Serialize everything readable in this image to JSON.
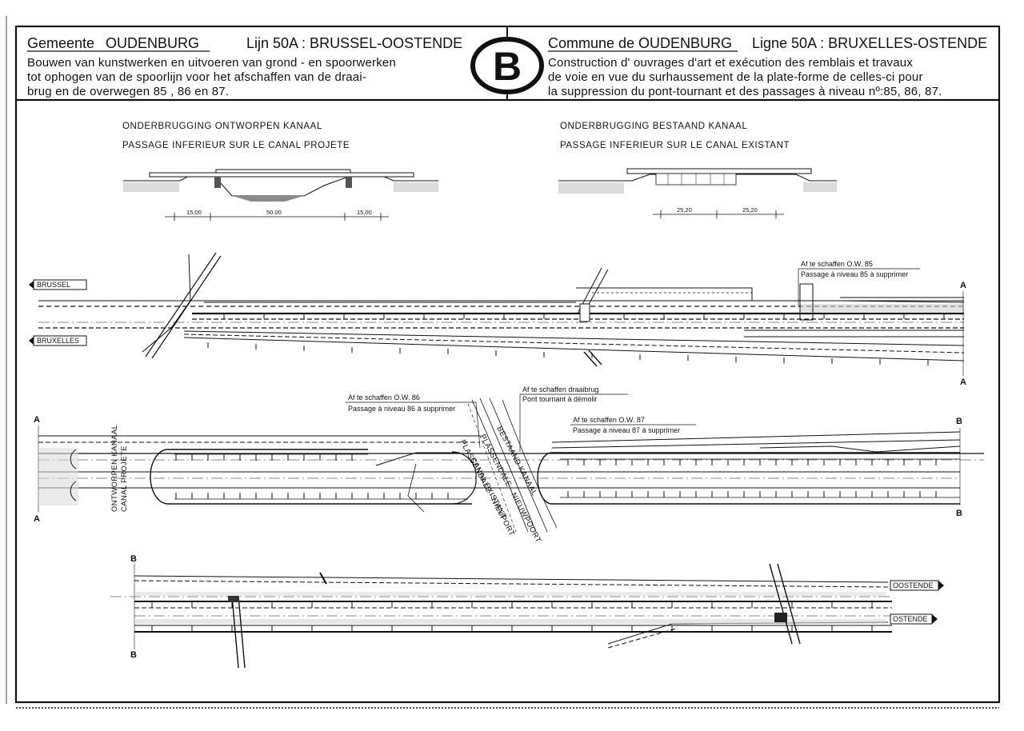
{
  "header": {
    "left": {
      "municipality_label": "Gemeente",
      "municipality_name": "OUDENBURG",
      "line": "Lijn 50A : BRUSSEL-OOSTENDE",
      "description_lines": [
        "Bouwen van kunstwerken en uitvoeren van grond - en spoorwerken",
        "tot ophogen van de spoorlijn voor het afschaffen van de draai-",
        "brug en de overwegen 85 , 86 en 87."
      ]
    },
    "logo_letter": "B",
    "right": {
      "municipality": "Commune de OUDENBURG",
      "line": "Ligne 50A : BRUXELLES-OSTENDE",
      "description_lines": [
        "Construction d' ouvrages d'art et exécution des remblais et travaux",
        "de voie en vue du surhaussement de la plate-forme de celles-ci pour",
        "la suppression du pont-tournant et des passages à niveau  nº:85, 86, 87."
      ]
    }
  },
  "sections": {
    "left": {
      "title_nl": "ONDERBRUGGING  ONTWORPEN  KANAAL",
      "title_fr": "PASSAGE  INFERIEUR  SUR  LE  CANAL  PROJETE",
      "dimensions": [
        "15,00",
        "50.00",
        "15,00"
      ]
    },
    "right": {
      "title_nl": "ONDERBRUGGING  BESTAAND  KANAAL",
      "title_fr": "PASSAGE  INFERIEUR  SUR  LE  CANAL  EXISTANT",
      "dimensions": [
        "25,20",
        "25,20"
      ]
    }
  },
  "plan": {
    "destinations": {
      "brussel": "BRUSSEL",
      "bruxelles": "BRUXELLES",
      "oostende": "OOSTENDE",
      "ostende": "OSTENDE"
    },
    "match_marks": {
      "a": "A",
      "b": "B"
    },
    "notes": {
      "ow85_nl": "Af te schaffen O.W. 85",
      "ow85_fr": "Passage à niveau 85 à supprimer",
      "ow86_nl": "Af te schaffen O.W. 86",
      "ow86_fr": "Passage à niveau 86 à supprimer",
      "draaibrug_nl": "Af te schaffen draaibrug",
      "draaibrug_fr": "Pont tournant à démolir",
      "ow87_nl": "Af te schaffen O.W. 87",
      "ow87_fr": "Passage à niveau 87 à supprimer"
    },
    "canal_labels": {
      "projected_nl": "ONTWORPEN KANAAL",
      "projected_fr": "CANAL PROJETE",
      "existing_nl": "BESTAAND KANAAL",
      "existing_fr": "CANAL EXISTANT",
      "plassendale_nl": "PLASSENDALE - NIEUWPOORT",
      "plassendale_fr": "PLASSENDALE - NIEUPORT"
    }
  }
}
